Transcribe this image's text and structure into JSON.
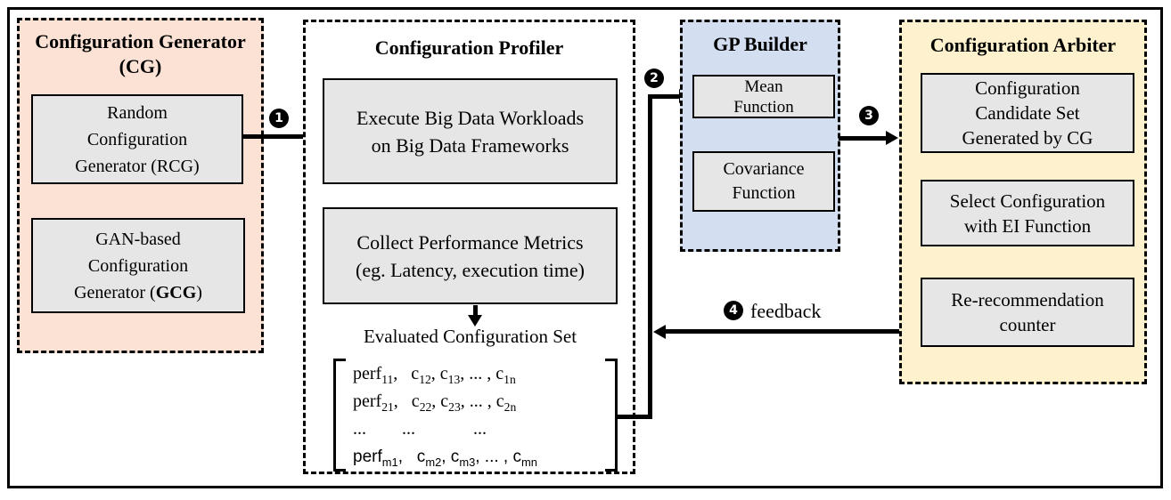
{
  "panels": {
    "cg": {
      "title_line1": "Configuration Generator",
      "title_line2": "(CG)",
      "rcg_box": {
        "line1": "Random",
        "line2": "Configuration",
        "line3": "Generator (RCG)"
      },
      "gcg_box": {
        "line1": "GAN-based",
        "line2": "Configuration",
        "line3_prefix": "Generator (",
        "line3_bold": "GCG",
        "line3_suffix": ")"
      }
    },
    "profiler": {
      "title": "Configuration Profiler",
      "execute_box": {
        "line1": "Execute Big Data Workloads",
        "line2": "on Big Data Frameworks"
      },
      "collect_box": {
        "line1": "Collect Performance Metrics",
        "line2": "(eg. Latency, execution time)"
      },
      "evaluated_label": "Evaluated Configuration Set",
      "matrix_rows": [
        "perf_{11},   c_{12}, c_{13}, ... , c_{1n}",
        "perf_{21},   c_{22}, c_{23}, ... , c_{2n}",
        "...        ...             ...",
        "perf_{m1},   c_{m2}, c_{m3}, ... , c_{mn}"
      ]
    },
    "gp_builder": {
      "title": "GP Builder",
      "mean_box": {
        "line1": "Mean",
        "line2": "Function"
      },
      "covariance_box": {
        "line1": "Covariance",
        "line2": "Function"
      }
    },
    "arbiter": {
      "title": "Configuration Arbiter",
      "candidate_box": {
        "line1": "Configuration",
        "line2": "Candidate Set",
        "line3": "Generated by CG"
      },
      "select_box": {
        "line1": "Select Configuration",
        "line2": "with EI Function"
      },
      "counter_box": {
        "line1": "Re-recommendation",
        "line2": "counter"
      }
    }
  },
  "arrows": {
    "step1": "1",
    "step2": "2",
    "step3": "3",
    "step4": "4",
    "feedback_label": "feedback"
  },
  "colors": {
    "cg_bg": "#fbe2d4",
    "gp_bg": "#d3def1",
    "arbiter_bg": "#fdf2cd",
    "box_bg": "#e6e6e6",
    "line": "#000000"
  }
}
